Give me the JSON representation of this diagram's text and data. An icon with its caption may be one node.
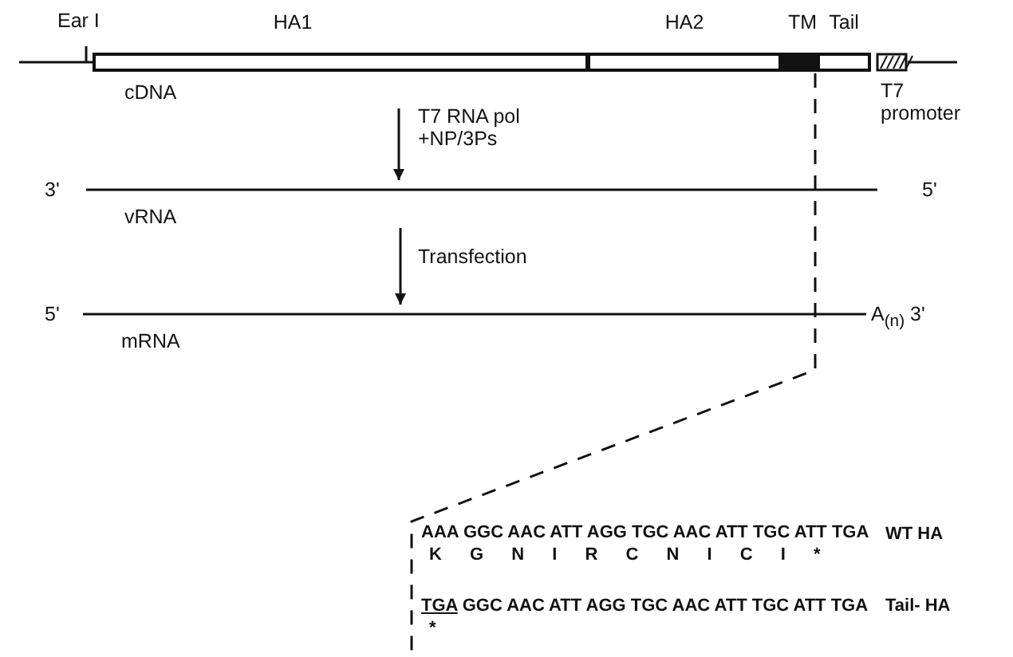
{
  "diagram": {
    "nodes": [
      {
        "text": [
          "cDNA"
        ]
      },
      {
        "text": [
          "HA1"
        ],
        "in": 0
      },
      {
        "text": [
          "HA2"
        ],
        "in": 0
      },
      {
        "text": [
          "TM"
        ],
        "in": 0
      },
      {
        "text": [
          "Tail"
        ],
        "in": 0
      },
      {
        "text": [
          "T7 promoter"
        ]
      },
      {
        "text": [
          "vRNA"
        ],
        "beside": [
          "3'",
          "5'"
        ]
      },
      {
        "text": [
          "mRNA"
        ],
        "beside": [
          "5'",
          "A$_{(n)}$ 3'"
        ]
      },
      {
        "text": [
          "AAA GGC AAC ATT AGG TGC AAC ATT TGC ATT TGA",
          "K G N I R C N I C I *",
          "TGA GGC AAC ATT AGG TGC AAC ATT TGC ATT TGA",
          "*"
        ]
      }
    ],
    "edges": [
      {
        "from": 0,
        "to": 6,
        "arrow": "to",
        "label": "T7 RNA pol +NP/3Ps"
      },
      {
        "from": 6,
        "to": 7,
        "arrow": "to",
        "label": "Transfection"
      }
    ],
    "labels": [
      "Ear I",
      "WT HA",
      "Tail- HA"
    ]
  }
}
